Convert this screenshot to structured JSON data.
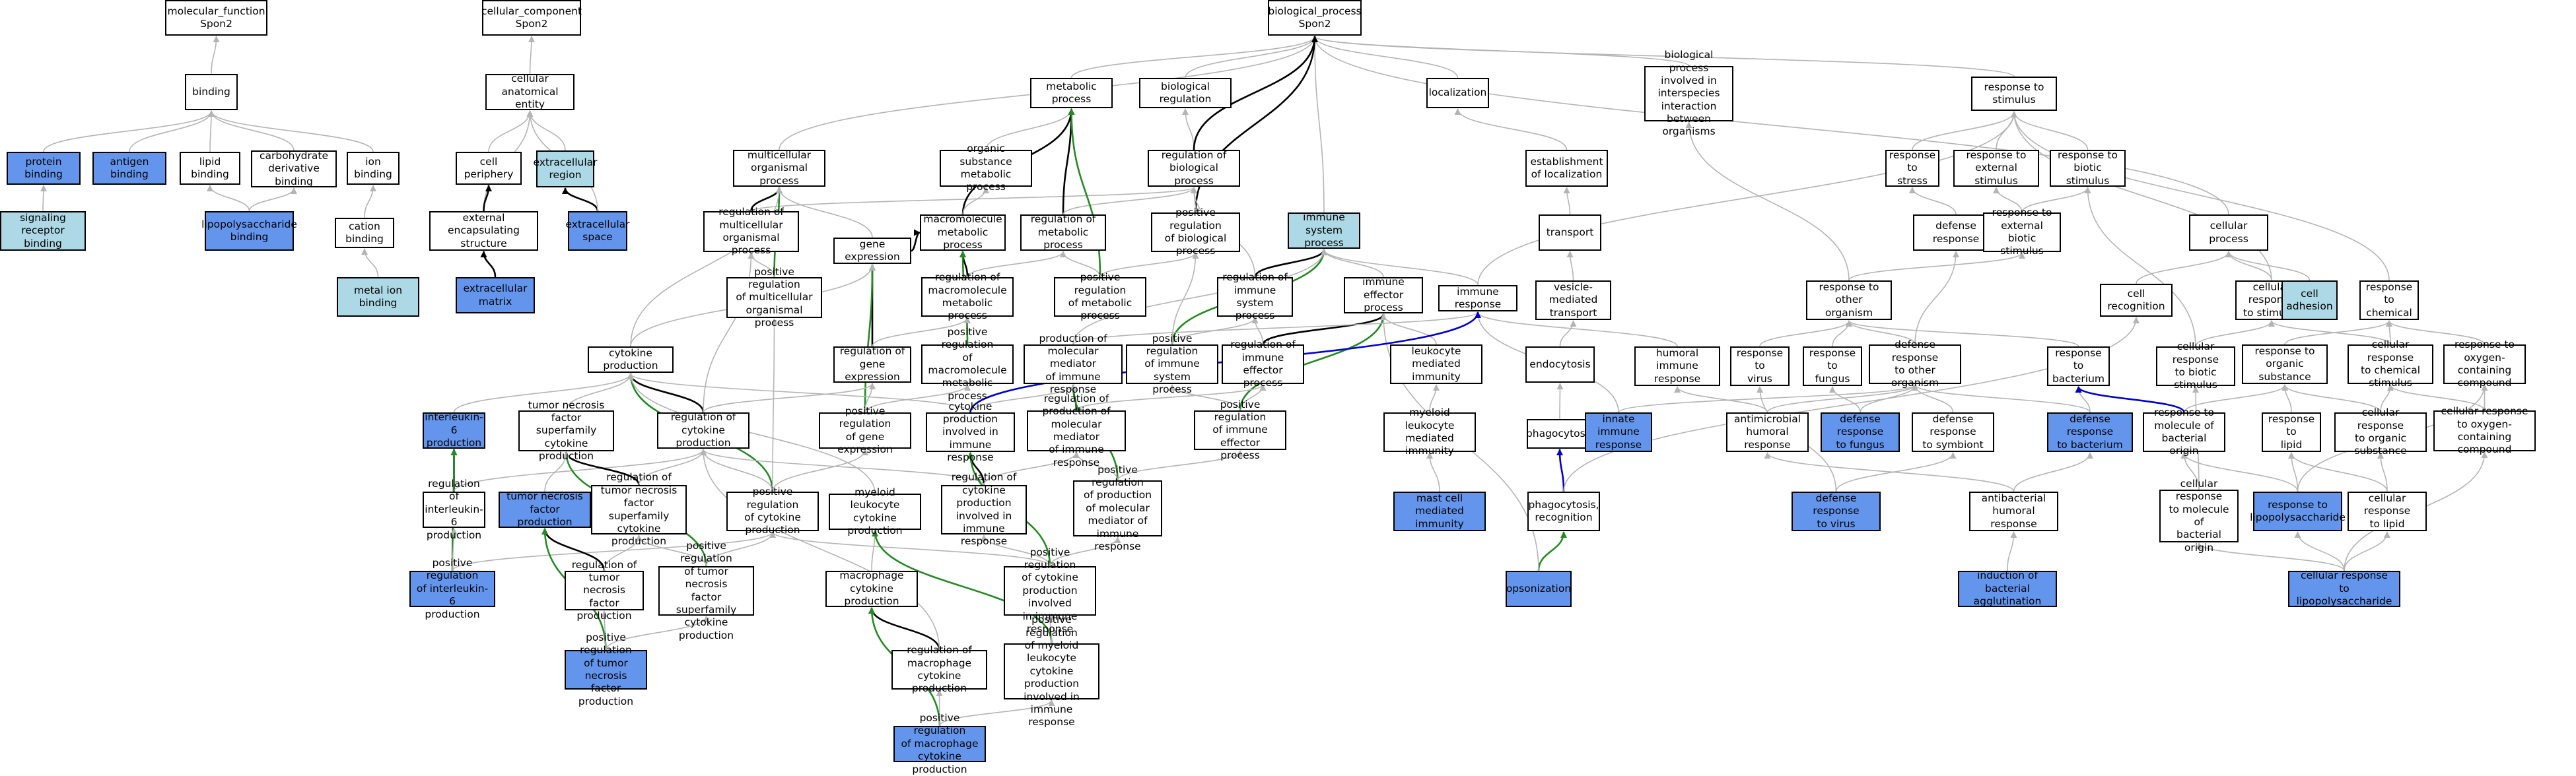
{
  "colors": {
    "plain": "#ffffff",
    "light": "#add8e6",
    "blue": "#6495ed",
    "edge_is_a": "#b4b4b4",
    "edge_part_of": "#000000",
    "edge_pos_reg": "#228b22",
    "edge_reg_blue": "#0000cd"
  },
  "nodes": {
    "mf": "molecular_function\nSpon2",
    "cc": "cellular_component\nSpon2",
    "bp": "biological_process\nSpon2",
    "binding": "binding",
    "cae": "cellular anatomical\nentity",
    "metabolic": "metabolic process",
    "bioreg": "biological regulation",
    "localization": "localization",
    "interspecies": "biological process\ninvolved in\ninterspecies\ninteraction\nbetween organisms",
    "rts": "response to\nstimulus",
    "protein_binding": "protein binding",
    "antigen_binding": "antigen binding",
    "lipid_binding": "lipid binding",
    "carb_binding": "carbohydrate\nderivative binding",
    "ion_binding": "ion binding",
    "cell_periphery": "cell periphery",
    "extracellular_region": "extracellular\nregion",
    "multicell": "multicellular\norganismal process",
    "osmp": "organic substance\nmetabolic process",
    "rbp": "regulation of\nbiological process",
    "est_loc": "establishment\nof localization",
    "rts_stress": "response to\nstress",
    "rt_ext": "response to\nexternal stimulus",
    "rt_biotic": "response to\nbiotic stimulus",
    "srb": "signaling receptor\nbinding",
    "lps_binding": "lipopolysaccharide\nbinding",
    "cation_binding": "cation binding",
    "ecs": "external encapsulating\nstructure",
    "ex_space": "extracellular\nspace",
    "rmop": "regulation of\nmulticellular\norganismal process",
    "macromol": "macromolecule\nmetabolic process",
    "rmetab": "regulation of\nmetabolic process",
    "prbp": "positive regulation\nof biological\nprocess",
    "isp": "immune system\nprocess",
    "transport": "transport",
    "defense": "defense response",
    "rebs": "response to\nexternal biotic\nstimulus",
    "cellular_process": "cellular process",
    "metal_ion": "metal ion binding",
    "ecm": "extracellular\nmatrix",
    "prmop": "positive regulation\nof multicellular\norganismal process",
    "gene_expr": "gene expression",
    "rmmp": "regulation of\nmacromolecule\nmetabolic process",
    "prmetab": "positive regulation\nof metabolic\nprocess",
    "risp": "regulation of\nimmune system\nprocess",
    "iep": "immune effector\nprocess",
    "immune_response": "immune response",
    "vmt": "vesicle-mediated\ntransport",
    "rto": "response to\nother organism",
    "cell_recognition": "cell recognition",
    "crs": "cellular response\nto stimulus",
    "cell_adhesion": "cell adhesion",
    "rtc": "response to\nchemical",
    "cytokine_prod": "cytokine production",
    "rge": "regulation of\ngene expression",
    "prmmp": "positive regulation\nof macromolecule\nmetabolic process",
    "pmmir": "production of\nmolecular mediator\nof immune response",
    "prisp": "positive regulation\nof immune system\nprocess",
    "riep": "regulation of\nimmune effector\nprocess",
    "lmi": "leukocyte mediated\nimmunity",
    "endocytosis": "endocytosis",
    "humoral": "humoral immune\nresponse",
    "rt_virus": "response to\nvirus",
    "rt_fungus": "response to\nfungus",
    "dr_other": "defense response\nto other organism",
    "rt_bacterium": "response to\nbacterium",
    "crbs": "cellular response\nto biotic stimulus",
    "rtos": "response to\norganic substance",
    "crcs": "cellular response\nto chemical\nstimulus",
    "rtocc": "response to\noxygen-containing\ncompound",
    "il6": "interleukin-6\nproduction",
    "tnfsf": "tumor necrosis\nfactor superfamily\ncytokine production",
    "rcp": "regulation of\ncytokine production",
    "prge": "positive regulation\nof gene expression",
    "cpiir": "cytokine production\ninvolved in\nimmune response",
    "rpmmir": "regulation of\nproduction of\nmolecular mediator\nof immune response",
    "prier": "positive regulation\nof immune effector\nprocess",
    "mlmi": "myeloid leukocyte\nmediated immunity",
    "phagocytosis": "phagocytosis",
    "innate": "innate immune\nresponse",
    "amhr": "antimicrobial\nhumoral response",
    "dr_fungus": "defense response\nto fungus",
    "dr_symbiont": "defense response\nto symbiont",
    "dr_bacterium": "defense response\nto bacterium",
    "rtmbo": "response to\nmolecule of\nbacterial origin",
    "rt_lipid": "response to\nlipid",
    "cros": "cellular response\nto organic substance",
    "crocc": "cellular response\nto oxygen-containing\ncompound",
    "ril6": "regulation of\ninterleukin-6\nproduction",
    "tnf_prod": "tumor necrosis\nfactor production",
    "rtnfsf": "regulation of\ntumor necrosis\nfactor superfamily\ncytokine production",
    "prcp": "positive regulation\nof cytokine\nproduction",
    "mlcp": "myeloid leukocyte\ncytokine production",
    "rcpiir": "regulation of\ncytokine production\ninvolved in\nimmune response",
    "prpmmir": "positive regulation\nof production\nof molecular\nmediator of\nimmune response",
    "mast": "mast cell mediated\nimmunity",
    "phago_recog": "phagocytosis,\nrecognition",
    "dr_virus": "defense response\nto virus",
    "abhr": "antibacterial\nhumoral response",
    "crmbo": "cellular response\nto molecule of\nbacterial\norigin",
    "rt_lps": "response to\nlipopolysaccharide",
    "cr_lipid": "cellular response\nto lipid",
    "pril6": "positive regulation\nof interleukin-6\nproduction",
    "rtnf": "regulation of\ntumor necrosis\nfactor production",
    "prtnfsf": "positive regulation\nof tumor necrosis\nfactor superfamily\ncytokine production",
    "mcp": "macrophage cytokine\nproduction",
    "prcpiir": "positive regulation\nof cytokine\nproduction involved\nin immune response",
    "opsonization": "opsonization",
    "iba": "induction of\nbacterial agglutination",
    "cr_lps": "cellular response\nto lipopolysaccharide",
    "prtnf": "positive regulation\nof tumor necrosis\nfactor production",
    "rmcp": "regulation of\nmacrophage cytokine\nproduction",
    "prmlcp": "positive regulation\nof myeloid leukocyte\ncytokine production\ninvolved in\nimmune response",
    "prmcp": "positive regulation\nof macrophage\ncytokine production"
  }
}
